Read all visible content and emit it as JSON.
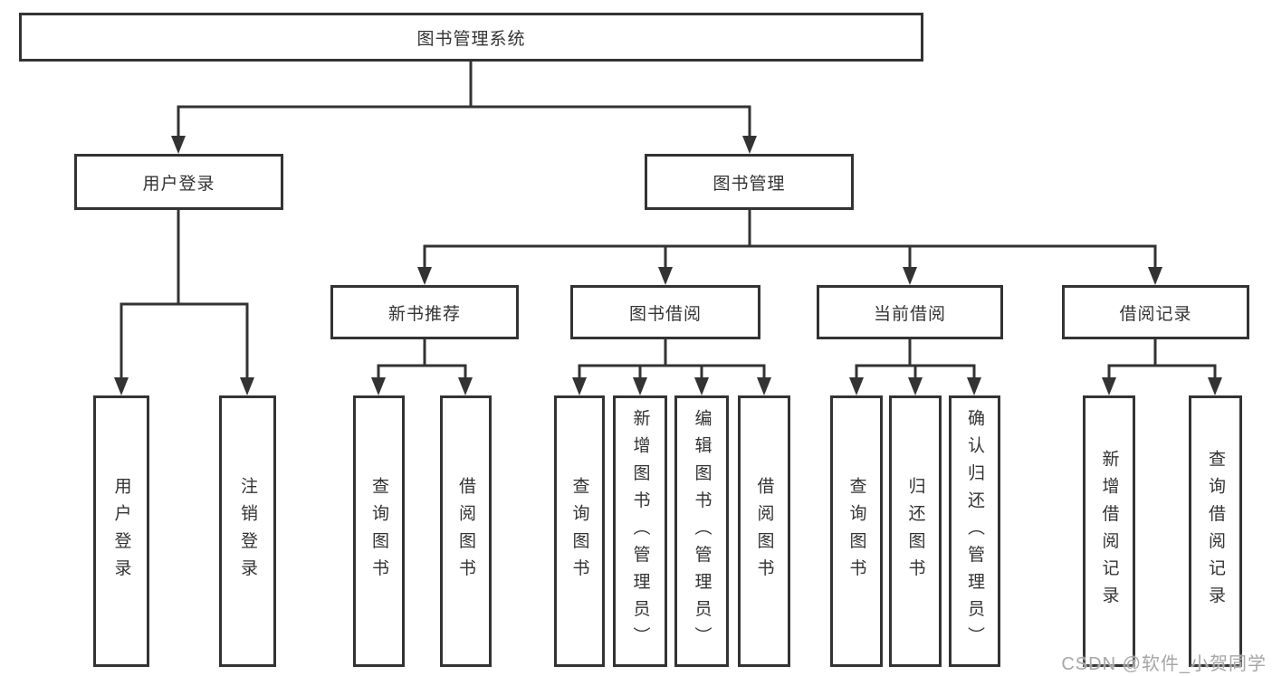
{
  "diagram": {
    "tree": {
      "label": "图书管理系统",
      "children": [
        {
          "label": "用户登录",
          "children": [
            {
              "label": "用户登录"
            },
            {
              "label": "注销登录"
            }
          ]
        },
        {
          "label": "图书管理",
          "children": [
            {
              "label": "新书推荐",
              "children": [
                {
                  "label": "查询图书"
                },
                {
                  "label": "借阅图书"
                }
              ]
            },
            {
              "label": "图书借阅",
              "children": [
                {
                  "label": "查询图书"
                },
                {
                  "label": "新增图书（管理员）"
                },
                {
                  "label": "编辑图书（管理员）"
                },
                {
                  "label": "借阅图书"
                }
              ]
            },
            {
              "label": "当前借阅",
              "children": [
                {
                  "label": "查询图书"
                },
                {
                  "label": "归还图书"
                },
                {
                  "label": "确认归还（管理员）"
                }
              ]
            },
            {
              "label": "借阅记录",
              "children": [
                {
                  "label": "新增借阅记录"
                },
                {
                  "label": "查询借阅记录"
                }
              ]
            }
          ]
        }
      ]
    },
    "watermark": "CSDN @软件_小贺同学",
    "colors": {
      "line": "#333333",
      "box_border": "#333333",
      "box_background": "#ffffff",
      "text": "#333333",
      "watermark_text": "#a6a6a6"
    }
  }
}
